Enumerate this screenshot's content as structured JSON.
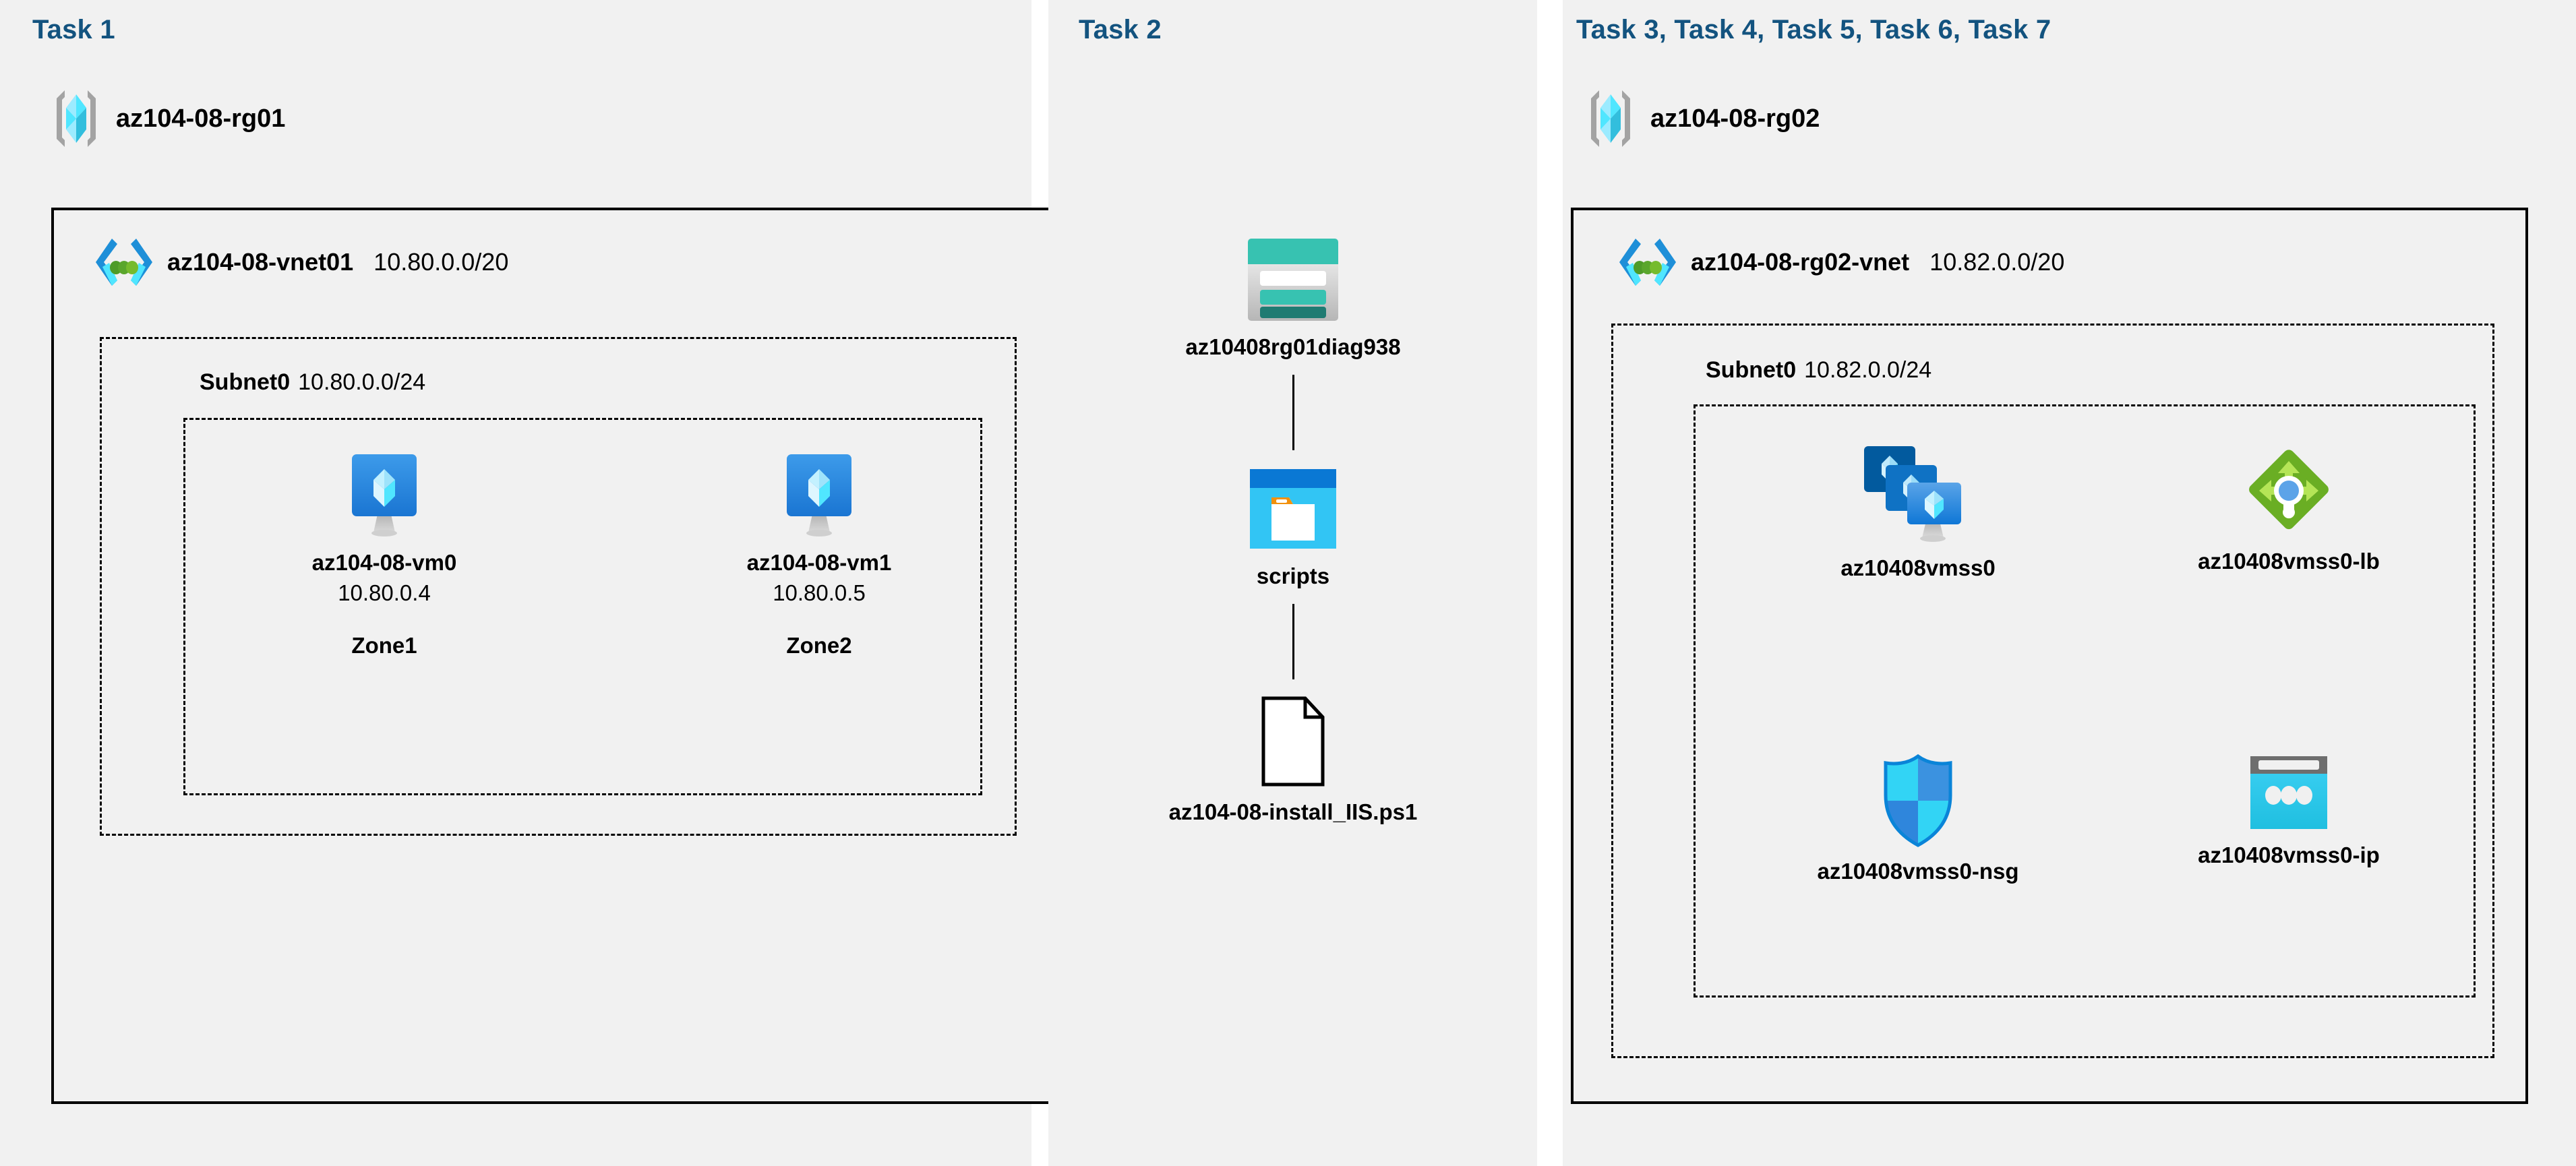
{
  "diagram": {
    "title": "Azure AZ-104 Lab 08 architecture",
    "colors": {
      "panel_background": "#f1f1f1",
      "page_background": "#ffffff",
      "task_label": "#13537f",
      "border_solid": "#000000",
      "border_dashed": "#000000",
      "azure_blue": "#0078d4",
      "azure_cyan": "#32d4f5",
      "storage_teal": "#37c2b1",
      "loadbalancer_green": "#6bb424",
      "nsg_blue": "#0078d4"
    }
  },
  "panels": [
    {
      "id": "task1",
      "label": "Task 1"
    },
    {
      "id": "task2",
      "label": "Task 2"
    },
    {
      "id": "task3",
      "label": "Task 3, Task 4, Task 5, Task 6, Task 7"
    }
  ],
  "resource_groups": [
    {
      "id": "rg01",
      "name": "az104-08-rg01",
      "icon": "resource-group-icon"
    },
    {
      "id": "rg02",
      "name": "az104-08-rg02",
      "icon": "resource-group-icon"
    }
  ],
  "virtual_networks": [
    {
      "id": "vnet01",
      "name": "az104-08-vnet01",
      "cidr": "10.80.0.0/20",
      "icon": "virtual-network-icon"
    },
    {
      "id": "vnet02",
      "name": "az104-08-rg02-vnet",
      "cidr": "10.82.0.0/20",
      "icon": "virtual-network-icon"
    }
  ],
  "subnets": [
    {
      "id": "subnet01",
      "name": "Subnet0",
      "cidr": "10.80.0.0/24"
    },
    {
      "id": "subnet02",
      "name": "Subnet0",
      "cidr": "10.82.0.0/24"
    }
  ],
  "virtual_machines": [
    {
      "id": "vm0",
      "name": "az104-08-vm0",
      "ip": "10.80.0.4",
      "zone": "Zone1",
      "icon": "virtual-machine-icon"
    },
    {
      "id": "vm1",
      "name": "az104-08-vm1",
      "ip": "10.80.0.5",
      "zone": "Zone2",
      "icon": "virtual-machine-icon"
    }
  ],
  "task2_resources": [
    {
      "id": "storage",
      "name": "az10408rg01diag938",
      "icon": "storage-account-icon"
    },
    {
      "id": "container",
      "name": "scripts",
      "icon": "blob-container-icon"
    },
    {
      "id": "script_file",
      "name": "az104-08-install_IIS.ps1",
      "icon": "file-icon"
    }
  ],
  "task3_resources": [
    {
      "id": "vmss",
      "name": "az10408vmss0",
      "icon": "vm-scale-set-icon"
    },
    {
      "id": "lb",
      "name": "az10408vmss0-lb",
      "icon": "load-balancer-icon"
    },
    {
      "id": "nsg",
      "name": "az10408vmss0-nsg",
      "icon": "network-security-group-icon"
    },
    {
      "id": "pip",
      "name": "az10408vmss0-ip",
      "icon": "public-ip-address-icon"
    }
  ]
}
